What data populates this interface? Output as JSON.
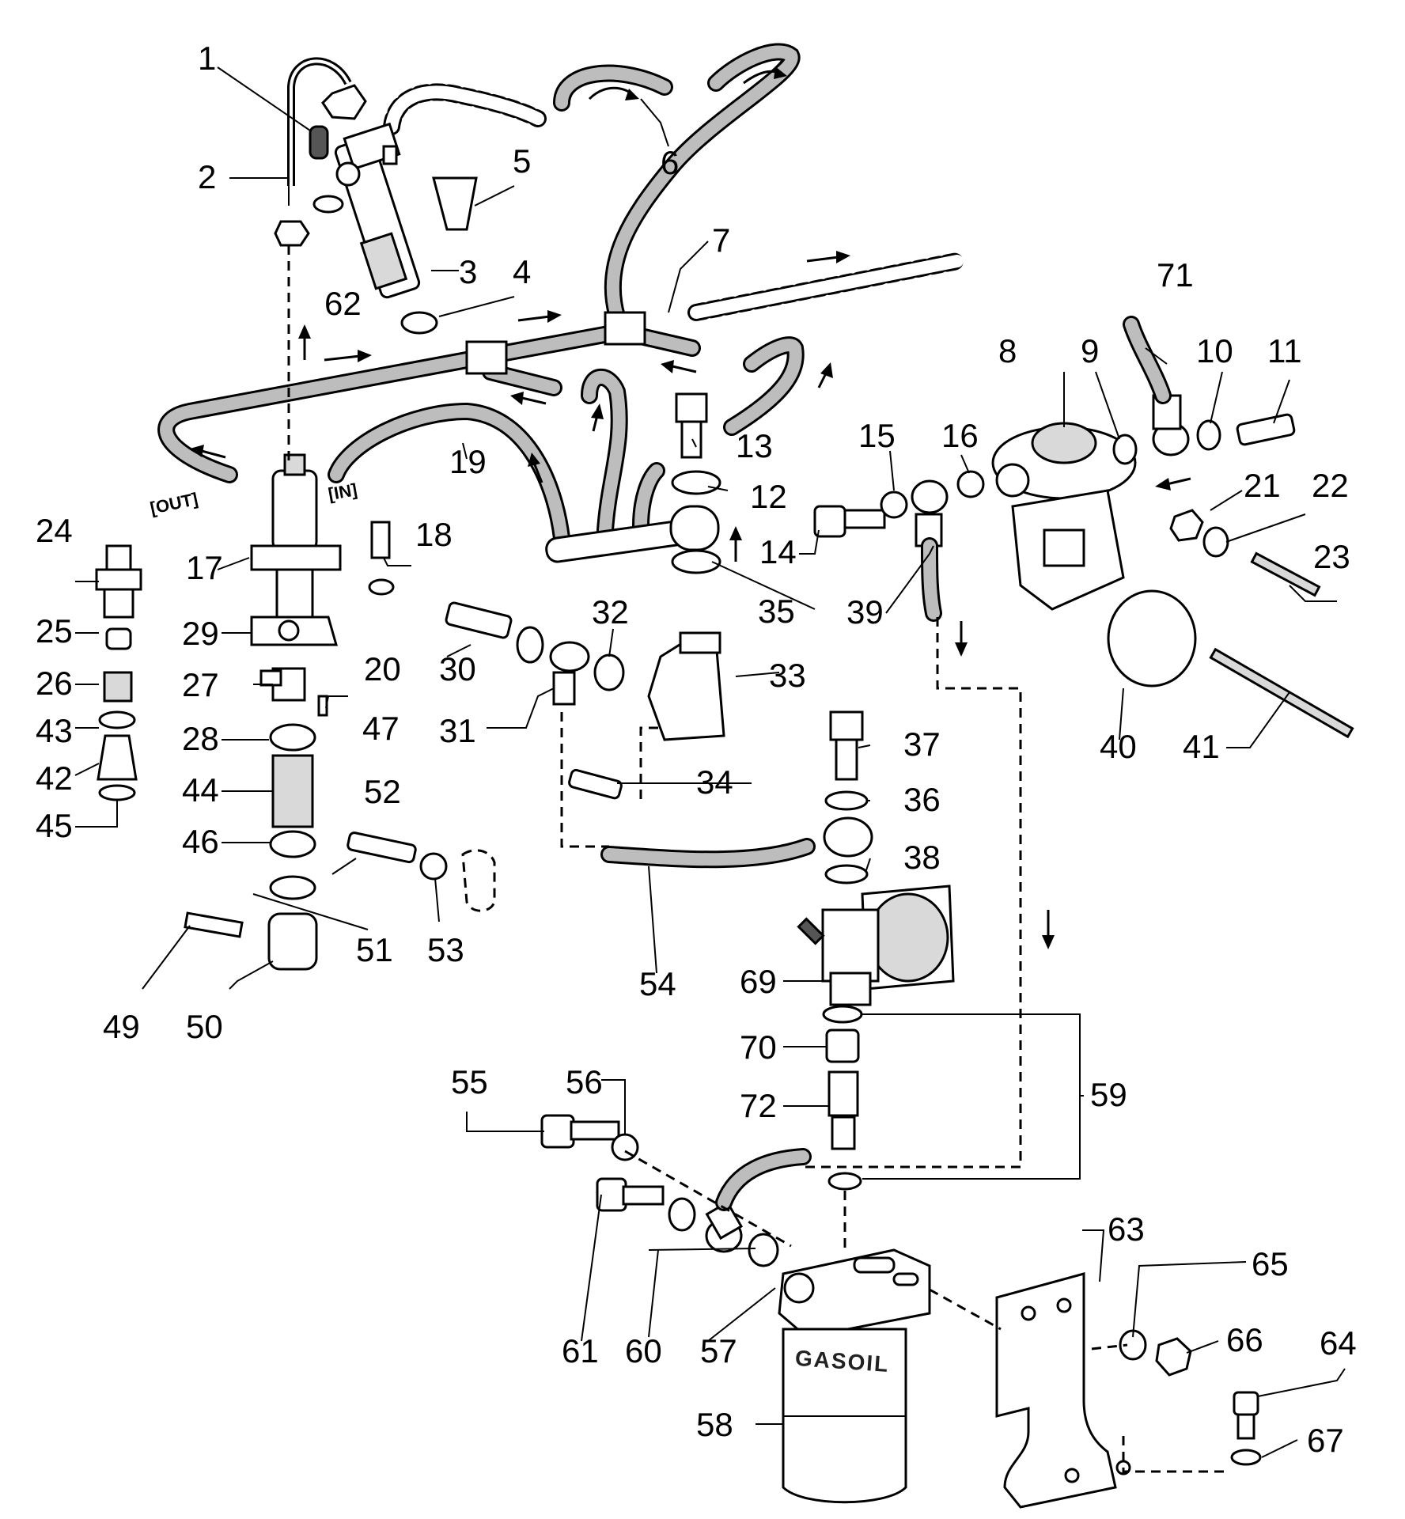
{
  "diagram": {
    "flow_labels": {
      "out": "[OUT]",
      "in": "[IN]"
    },
    "brand_label": "GASOIL",
    "callouts": [
      {
        "n": "1"
      },
      {
        "n": "2"
      },
      {
        "n": "3"
      },
      {
        "n": "4"
      },
      {
        "n": "5"
      },
      {
        "n": "6"
      },
      {
        "n": "7"
      },
      {
        "n": "8"
      },
      {
        "n": "9"
      },
      {
        "n": "10"
      },
      {
        "n": "11"
      },
      {
        "n": "12"
      },
      {
        "n": "13"
      },
      {
        "n": "14"
      },
      {
        "n": "15"
      },
      {
        "n": "16"
      },
      {
        "n": "17"
      },
      {
        "n": "18"
      },
      {
        "n": "19"
      },
      {
        "n": "20"
      },
      {
        "n": "21"
      },
      {
        "n": "22"
      },
      {
        "n": "23"
      },
      {
        "n": "24"
      },
      {
        "n": "25"
      },
      {
        "n": "26"
      },
      {
        "n": "27"
      },
      {
        "n": "28"
      },
      {
        "n": "29"
      },
      {
        "n": "30"
      },
      {
        "n": "31"
      },
      {
        "n": "32"
      },
      {
        "n": "33"
      },
      {
        "n": "34"
      },
      {
        "n": "35"
      },
      {
        "n": "36"
      },
      {
        "n": "37"
      },
      {
        "n": "38"
      },
      {
        "n": "39"
      },
      {
        "n": "40"
      },
      {
        "n": "41"
      },
      {
        "n": "42"
      },
      {
        "n": "43"
      },
      {
        "n": "44"
      },
      {
        "n": "45"
      },
      {
        "n": "46"
      },
      {
        "n": "47"
      },
      {
        "n": "49"
      },
      {
        "n": "50"
      },
      {
        "n": "51"
      },
      {
        "n": "52"
      },
      {
        "n": "53"
      },
      {
        "n": "54"
      },
      {
        "n": "55"
      },
      {
        "n": "56"
      },
      {
        "n": "57"
      },
      {
        "n": "58"
      },
      {
        "n": "59"
      },
      {
        "n": "60"
      },
      {
        "n": "61"
      },
      {
        "n": "62"
      },
      {
        "n": "63"
      },
      {
        "n": "64"
      },
      {
        "n": "65"
      },
      {
        "n": "66"
      },
      {
        "n": "67"
      },
      {
        "n": "69"
      },
      {
        "n": "70"
      },
      {
        "n": "71"
      },
      {
        "n": "72"
      }
    ]
  }
}
